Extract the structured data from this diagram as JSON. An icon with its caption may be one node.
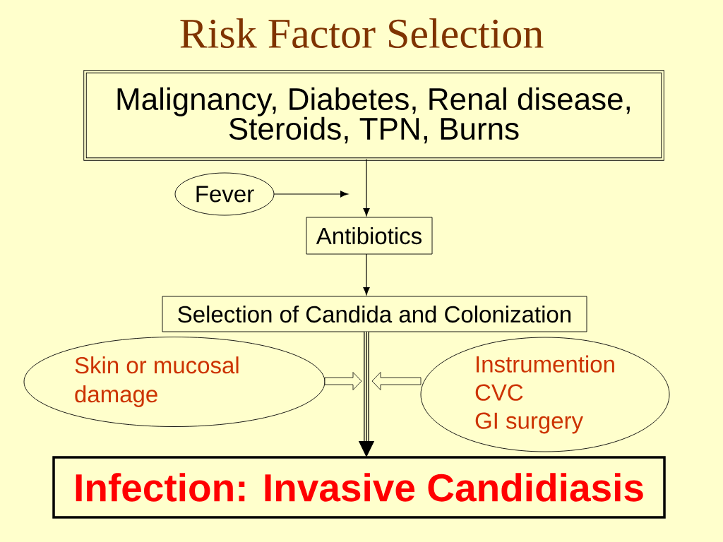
{
  "diagram": {
    "title": "Risk Factor Selection",
    "nodes": [
      {
        "text": [
          "Malignancy, Diabetes, Renal disease, Steroids, TPN, Burns"
        ]
      },
      {
        "text": [
          "Fever"
        ]
      },
      {
        "text": [
          "Antibiotics"
        ]
      },
      {
        "text": [
          "Selection of Candida and Colonization"
        ]
      },
      {
        "text": [
          "Skin or mucosal damage"
        ]
      },
      {
        "text": [
          "Instrumention",
          "CVC",
          "GI surgery"
        ]
      },
      {
        "text": [
          "Infection: Invasive Candidiasis"
        ]
      }
    ],
    "edges": [
      {
        "from": 0,
        "to": 2,
        "arrow": "to"
      },
      {
        "from": 1,
        "to": null,
        "arrow": "to"
      },
      {
        "from": 2,
        "to": 3,
        "arrow": "to"
      },
      {
        "from": 3,
        "to": 6,
        "arrow": "to",
        "style": "thick"
      },
      {
        "from": 4,
        "to": null,
        "arrow": "to",
        "style": "thick"
      },
      {
        "from": 5,
        "to": null,
        "arrow": "to",
        "style": "thick"
      }
    ]
  }
}
